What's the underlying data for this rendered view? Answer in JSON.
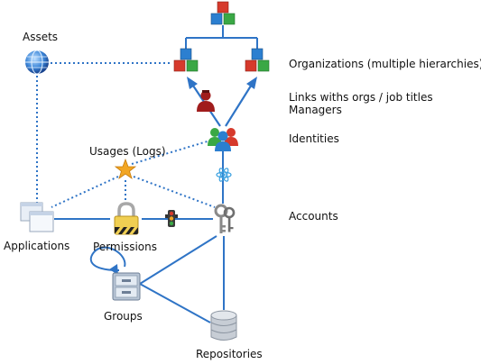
{
  "labels": {
    "assets": "Assets",
    "usages": "Usages (Logs)",
    "applications": "Applications",
    "permissions": "Permissions",
    "groups": "Groups",
    "repositories": "Repositories",
    "organizations": "Organizations (multiple hierarchies)",
    "links_orgs": "Links withs orgs / job titles",
    "managers": "Managers",
    "identities": "Identities",
    "accounts": "Accounts"
  },
  "colors": {
    "solid_line": "#2f74c6",
    "dotted_line": "#2f74c6",
    "cube_red": "#d63a2c",
    "cube_green": "#3aa845",
    "cube_blue": "#2c7fd0",
    "star": "#f2a623",
    "manager": "#a01c1c"
  },
  "icons": {
    "assets": "globe-icon",
    "organization_root": "cubes-icon",
    "organization_left": "cubes-icon",
    "organization_right": "cubes-icon",
    "manager": "person-icon",
    "identities": "people-group-icon",
    "usages": "star-icon",
    "link": "atom-link-icon",
    "applications": "windows-icon",
    "permissions": "padlock-icon",
    "traffic": "traffic-light-icon",
    "accounts": "keys-icon",
    "groups": "drawer-icon",
    "repositories": "database-icon"
  }
}
